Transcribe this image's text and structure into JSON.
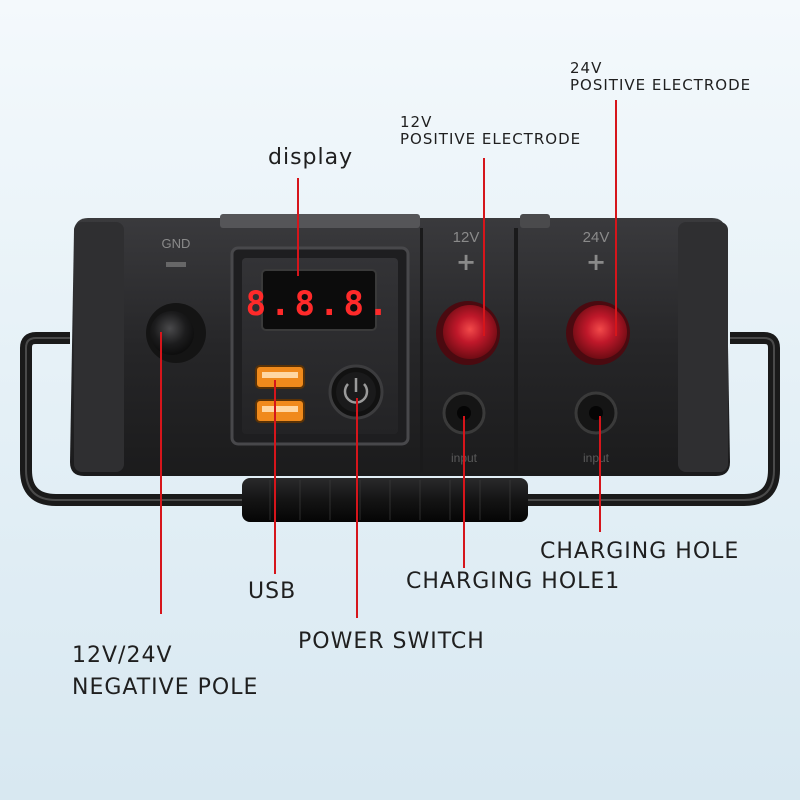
{
  "panel": {
    "gnd_label": "GND",
    "v12_label": "12V",
    "v24_label": "24V",
    "plus_symbol": "+",
    "minus_symbol": "−",
    "display_digits": "8.8.8.",
    "port_label_1": "input",
    "port_label_2": "input"
  },
  "callouts": {
    "display": "display",
    "usb": "USB",
    "power_switch": "POWER SWITCH",
    "negative_line1": "12V/24V",
    "negative_line2": "NEGATIVE POLE",
    "pos12_line1": "12V",
    "pos12_line2": "POSITIVE ELECTRODE",
    "pos24_line1": "24V",
    "pos24_line2": "POSITIVE ELECTRODE",
    "charging_hole": "CHARGING HOLE",
    "charging_hole1": "CHARGING HOLE1"
  },
  "colors": {
    "leader": "#d6151b",
    "housing": "#2b2b2d",
    "red_terminal": "#b3121c",
    "usb_port": "#f08a1c",
    "led_digit": "#ff2a2a"
  }
}
